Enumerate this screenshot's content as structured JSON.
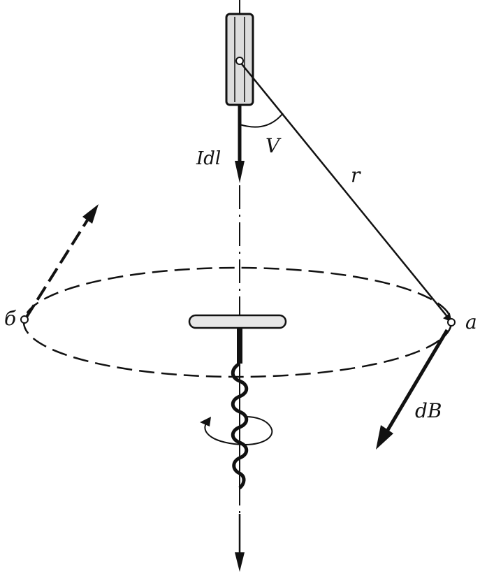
{
  "labels": {
    "current_element": "Idl",
    "angle": "V",
    "radius": "r",
    "point_a": "a",
    "point_b": "б",
    "field_element": "dB"
  },
  "colors": {
    "ink": "#111111",
    "background": "#ffffff",
    "conductor_fill": "#dddddd",
    "handle_fill": "#e6e6e6"
  }
}
